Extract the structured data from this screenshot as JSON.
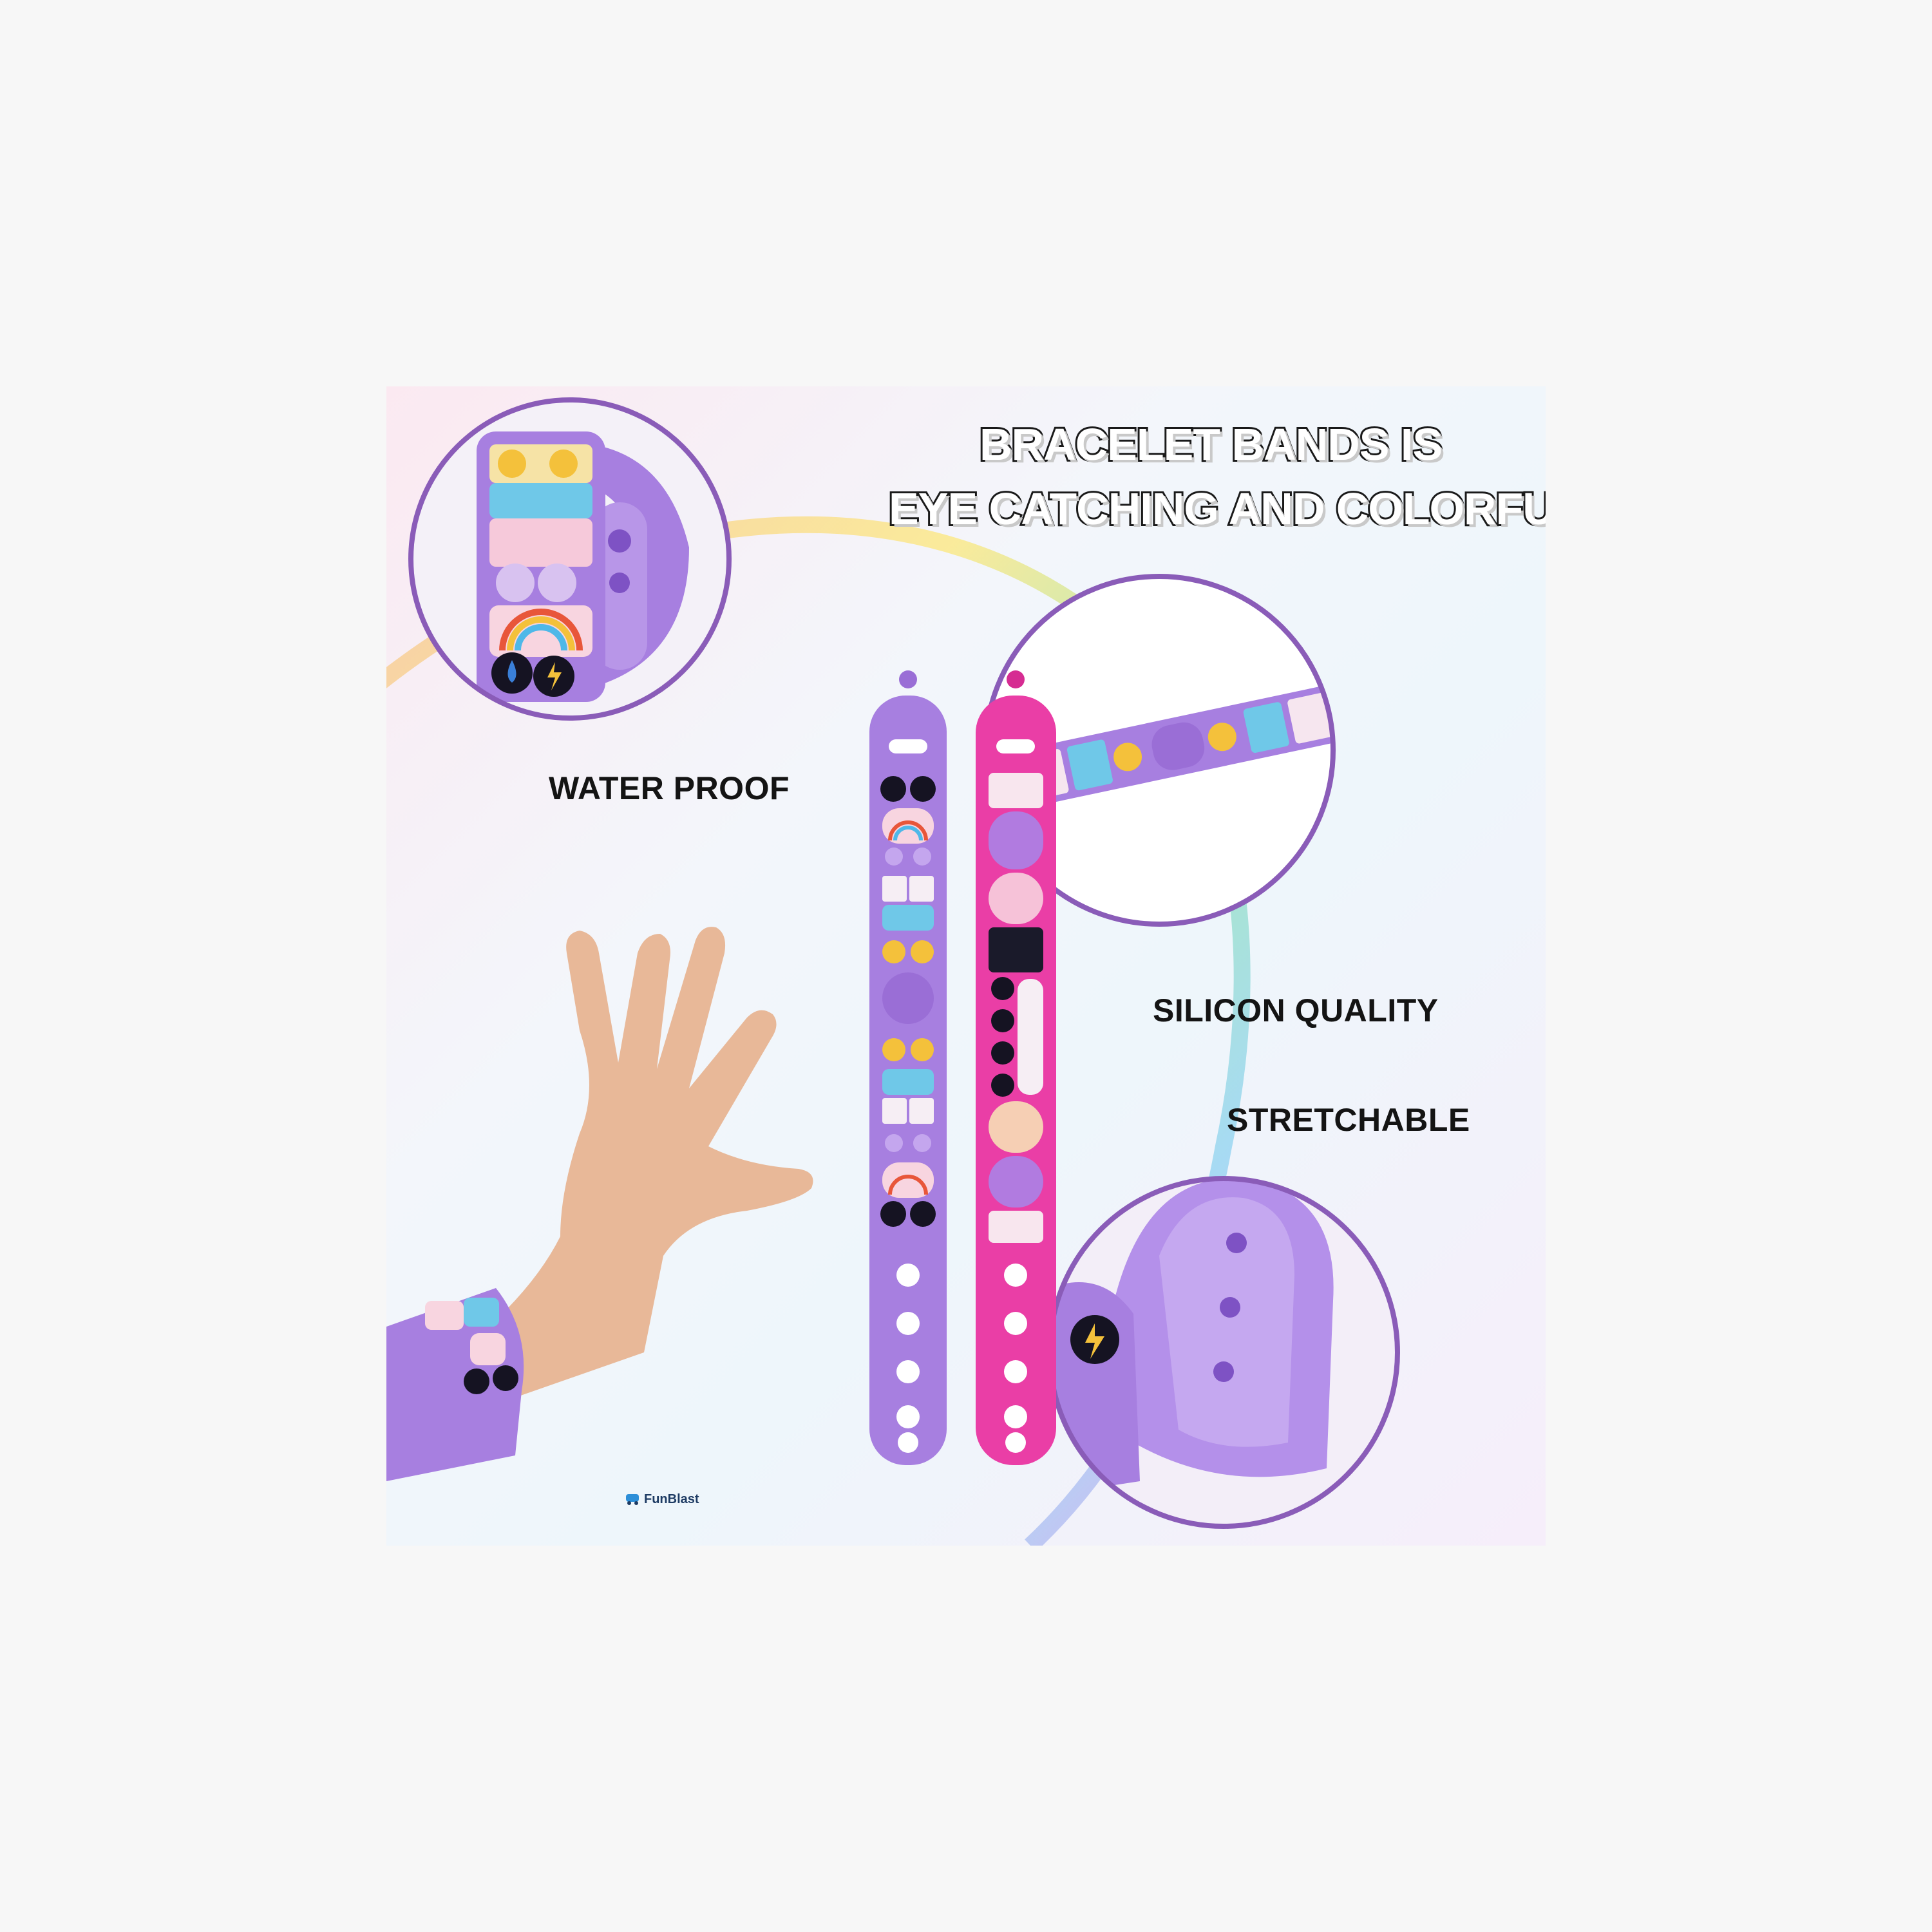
{
  "headline": {
    "line1": "BRACELET BANDS IS",
    "line2": "EYE CATCHING AND COLORFUL"
  },
  "features": {
    "water_proof": "WATER PROOF",
    "silicon_quality": "SILICON QUALITY",
    "stretchable": "STRETCHABLE"
  },
  "brand": {
    "name": "FunBlast"
  },
  "colors": {
    "band_purple": "#a77fe0",
    "band_pink": "#ea3ea6",
    "circle_border": "#8a5cb8",
    "headline_fill": "#ffffff",
    "headline_stroke": "#1a1a1a"
  }
}
